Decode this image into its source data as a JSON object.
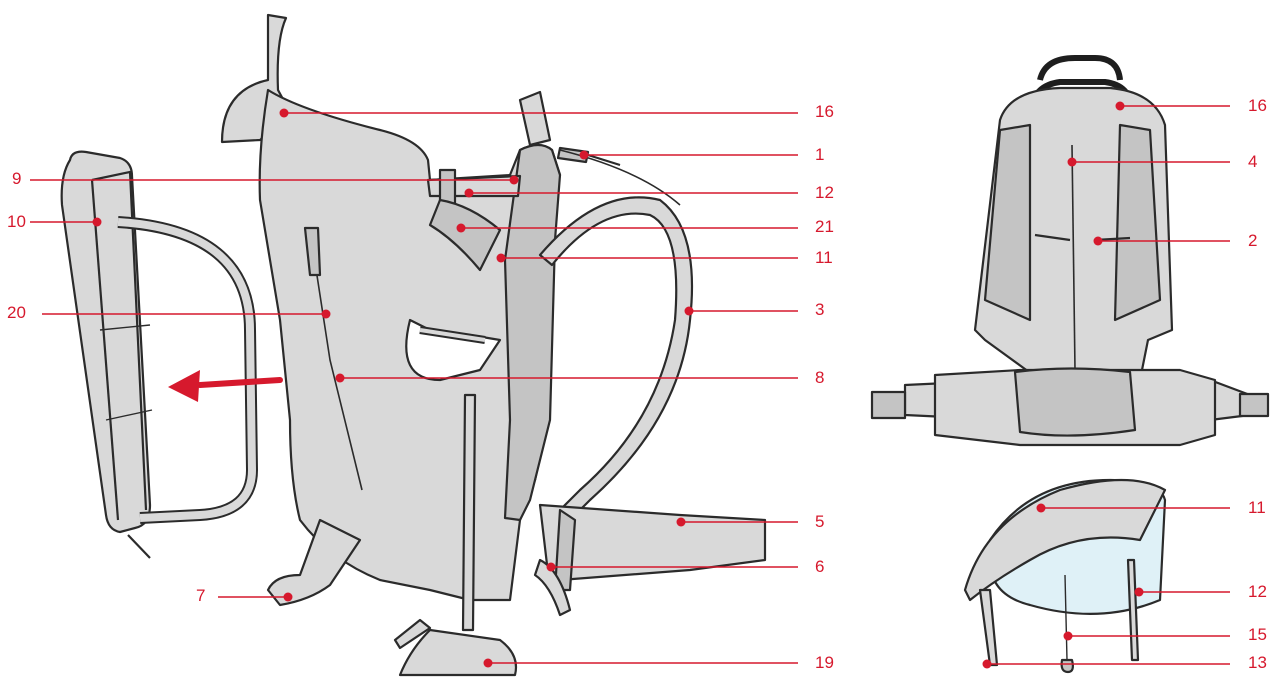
{
  "colors": {
    "accent": "#d6192d",
    "outline": "#2b2b2b",
    "fabric": "#d9d9d9",
    "fabric_dark": "#c4c4c4",
    "canopy": "#dff1f7",
    "handle": "#1e1e1e"
  },
  "callouts": {
    "main": {
      "c16": "16",
      "c1": "1",
      "c9": "9",
      "c12": "12",
      "c10": "10",
      "c21": "21",
      "c11": "11",
      "c20": "20",
      "c3": "3",
      "c8": "8",
      "c5": "5",
      "c6": "6",
      "c7": "7",
      "c19": "19"
    },
    "back": {
      "c16": "16",
      "c4": "4",
      "c2": "2"
    },
    "canopy": {
      "c11": "11",
      "c12": "12",
      "c15": "15",
      "c13": "13"
    }
  }
}
